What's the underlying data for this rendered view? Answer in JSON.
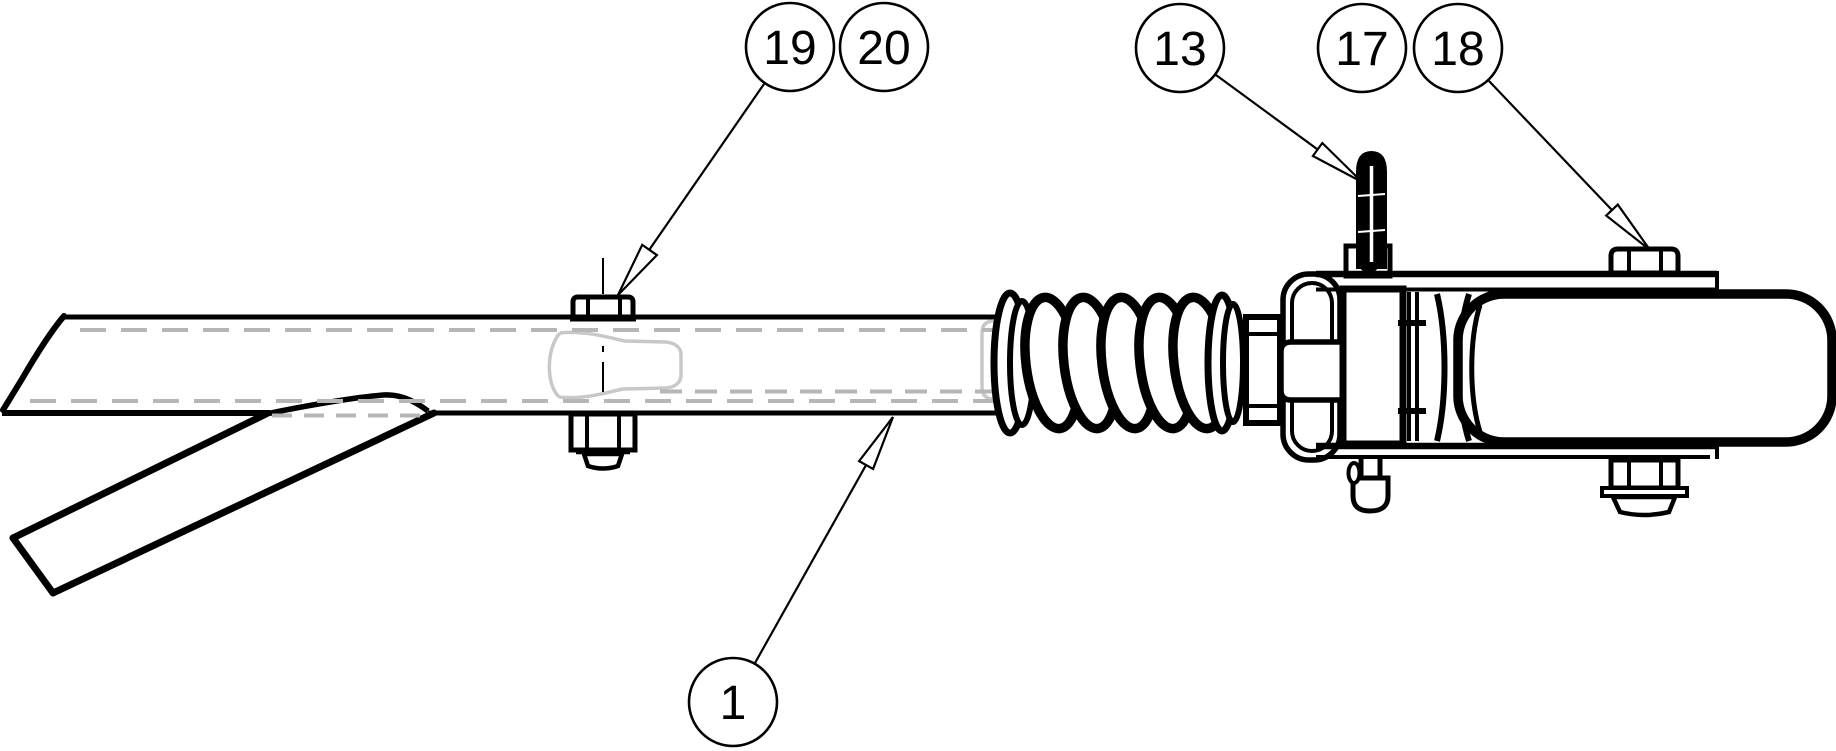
{
  "drawing": {
    "kind": "technical-parts-diagram",
    "background_color": "#ffffff",
    "colors": {
      "outline": "#000000",
      "hidden_line": "#b6b6b6",
      "inner_contour": "#c8c8c8",
      "balloon_fill": "#ffffff"
    },
    "balloons": [
      {
        "label": "19"
      },
      {
        "label": "20"
      },
      {
        "label": "13"
      },
      {
        "label": "17"
      },
      {
        "label": "18"
      },
      {
        "label": "1"
      }
    ]
  }
}
